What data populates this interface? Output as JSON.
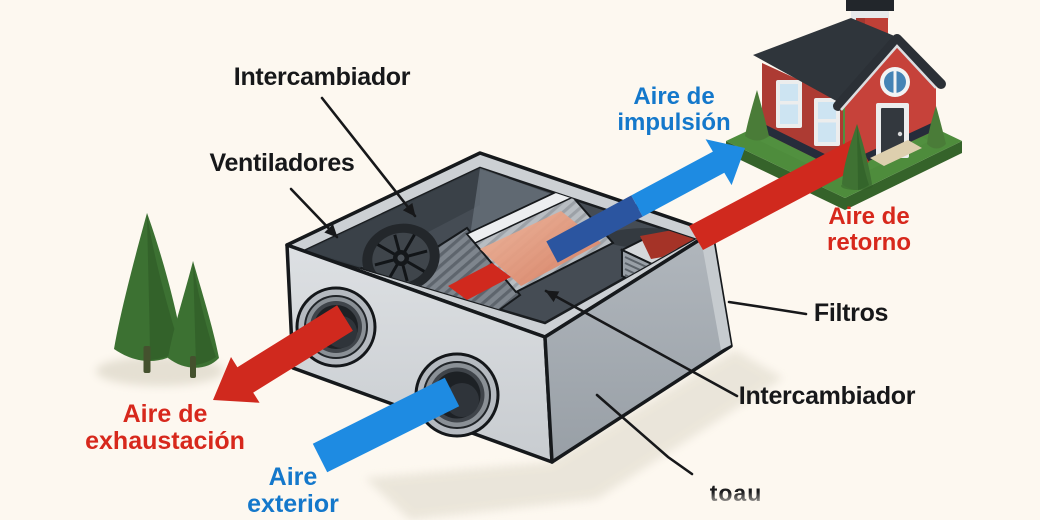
{
  "scene": {
    "type": "HRV ventilation system diagram",
    "background_color": "#fdf8f0"
  },
  "labels": {
    "exchanger_top": "Intercambiador",
    "fans": "Ventiladores",
    "supply_air": {
      "line1": "Aire de",
      "line2": "impulsión"
    },
    "return_air": {
      "line1": "Aire de",
      "line2": "retorno"
    },
    "filters": "Filtros",
    "exchanger_bottom": "Intercambiador",
    "exhaust_air": {
      "line1": "Aire de",
      "line2": "exhaustación"
    },
    "outdoor_air": {
      "line1": "Aire",
      "line2": "exterior"
    },
    "garbled_cutoff_text": "toau"
  },
  "colors": {
    "supply_blue_arrow": "#1e8be2",
    "warm_red_arrow": "#d0291e",
    "blue_label": "#1478cb",
    "red_label": "#d7281c",
    "black_label": "#17181a",
    "tree_green": "#3c7132",
    "lawn_green": "#4e8c3c",
    "house_red": "#c6423a",
    "roof_dark": "#2e3338",
    "unit_gray": "#d6d9dc"
  },
  "illustration_elements": {
    "house": "red house with dark roof, chimney, round gable window and door on green lawn",
    "trees": "two conical evergreen trees",
    "hrv_unit": "open-top isometric gray ventilation box with two round ports, fan wheel, diagonal heat-exchanger block and filter block",
    "airflows": [
      "red exhaust arrow out of left port",
      "blue outdoor-air arrow into lower port",
      "blue supply arrow toward house",
      "red return band from house into unit"
    ]
  }
}
